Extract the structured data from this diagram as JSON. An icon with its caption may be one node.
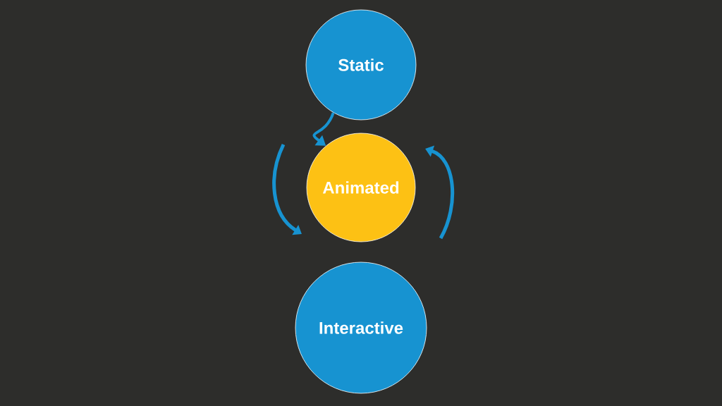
{
  "diagram": {
    "nodes": [
      {
        "text": [
          "Static"
        ]
      },
      {
        "text": [
          "Animated"
        ]
      },
      {
        "text": [
          "Interactive"
        ]
      }
    ],
    "edges": [
      {
        "from": 0,
        "to": 1,
        "arrow": "to"
      }
    ]
  }
}
